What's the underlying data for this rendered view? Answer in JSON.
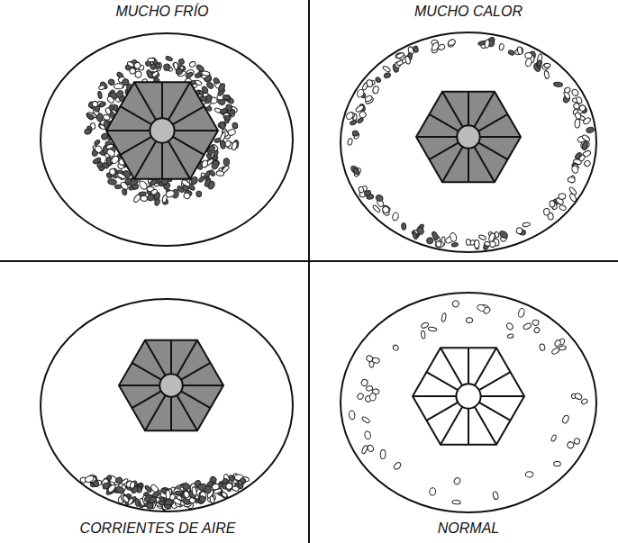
{
  "diagram": {
    "labels": [
      "MUCHO FRÍO",
      "MUCHO CALOR",
      "CORRIENTES DE AIRE",
      "NORMAL"
    ]
  }
}
